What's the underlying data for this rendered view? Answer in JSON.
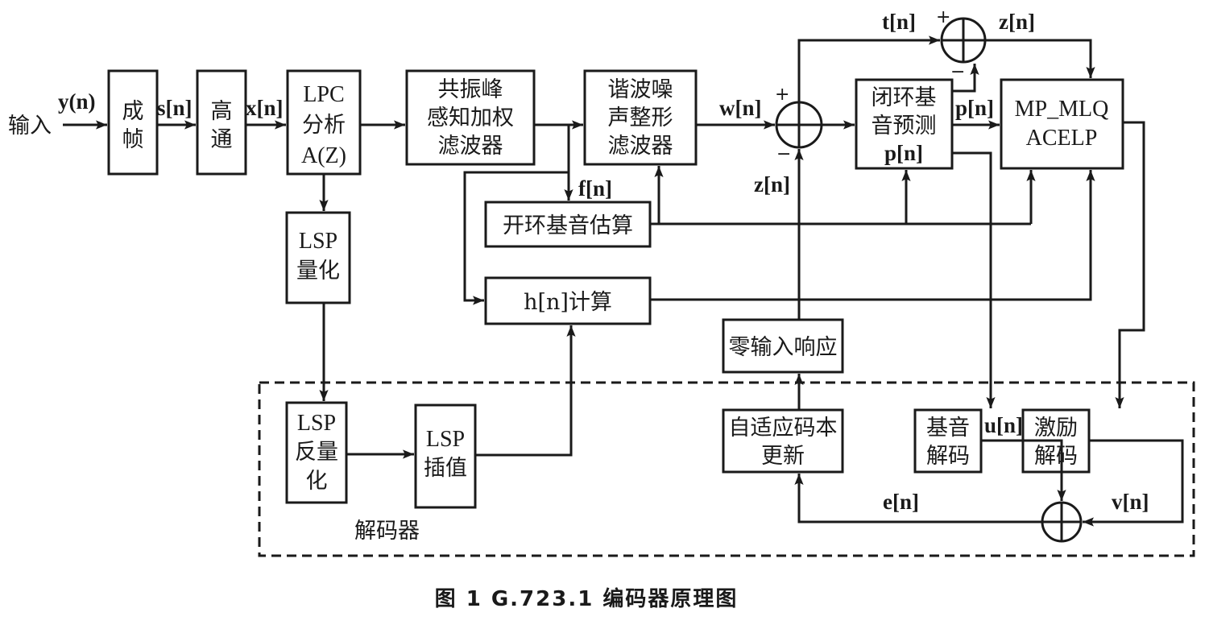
{
  "diagram": {
    "caption": "图 1   G.723.1 编码器原理图",
    "input_label": "输入",
    "blocks": {
      "framing": [
        "成",
        "帧"
      ],
      "highpass": [
        "高",
        "通"
      ],
      "lpc": [
        "LPC",
        "分析",
        "A(Z)"
      ],
      "formant_filter": [
        "共振峰",
        "感知加权",
        "滤波器"
      ],
      "harmonic_filter": [
        "谐波噪",
        "声整形",
        "滤波器"
      ],
      "open_loop_pitch": "开环基音估算",
      "h_calc": "h[n]计算",
      "lsp_quant": [
        "LSP",
        "量化"
      ],
      "closed_loop_pitch": [
        "闭环基",
        "音预测",
        "p[n]"
      ],
      "mpmlq": [
        "MP_MLQ",
        "ACELP"
      ],
      "zero_input": "零输入响应",
      "adaptive_codebook": [
        "自适应码本",
        "更新"
      ],
      "pitch_decode": [
        "基音",
        "解码"
      ],
      "excitation_decode": [
        "激励",
        "解码"
      ],
      "lsp_dequant": [
        "LSP",
        "反量",
        "化"
      ],
      "lsp_interp": [
        "LSP",
        "插值"
      ]
    },
    "decoder_label": "解码器",
    "signals": {
      "y": "y(n)",
      "s": "s[n]",
      "x": "x[n]",
      "w": "w[n]",
      "f": "f[n]",
      "z1": "z[n]",
      "t": "t[n]",
      "z2": "z[n]",
      "p": "p[n]",
      "u": "u[n]",
      "v": "v[n]",
      "e": "e[n]"
    },
    "signs": {
      "plus": "+",
      "minus": "−"
    }
  }
}
